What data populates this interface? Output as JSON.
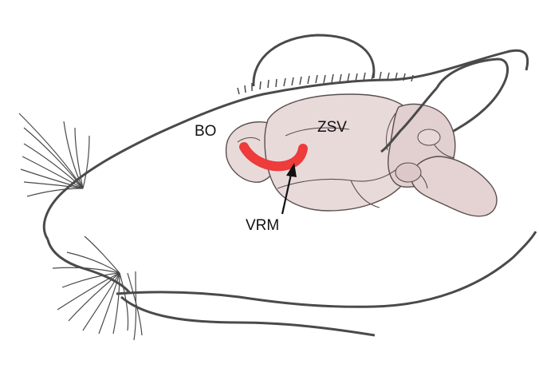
{
  "labels": {
    "bo": "BO",
    "zsv": "ZSV",
    "vrm": "VRM"
  },
  "colors": {
    "outline": "#4a4a4a",
    "brain_fill": "#e9dada",
    "brain_shade": "#d9c6c6",
    "brain_line": "#5a4e4e",
    "highlight": "#ee3b3b",
    "arrow": "#111111"
  }
}
